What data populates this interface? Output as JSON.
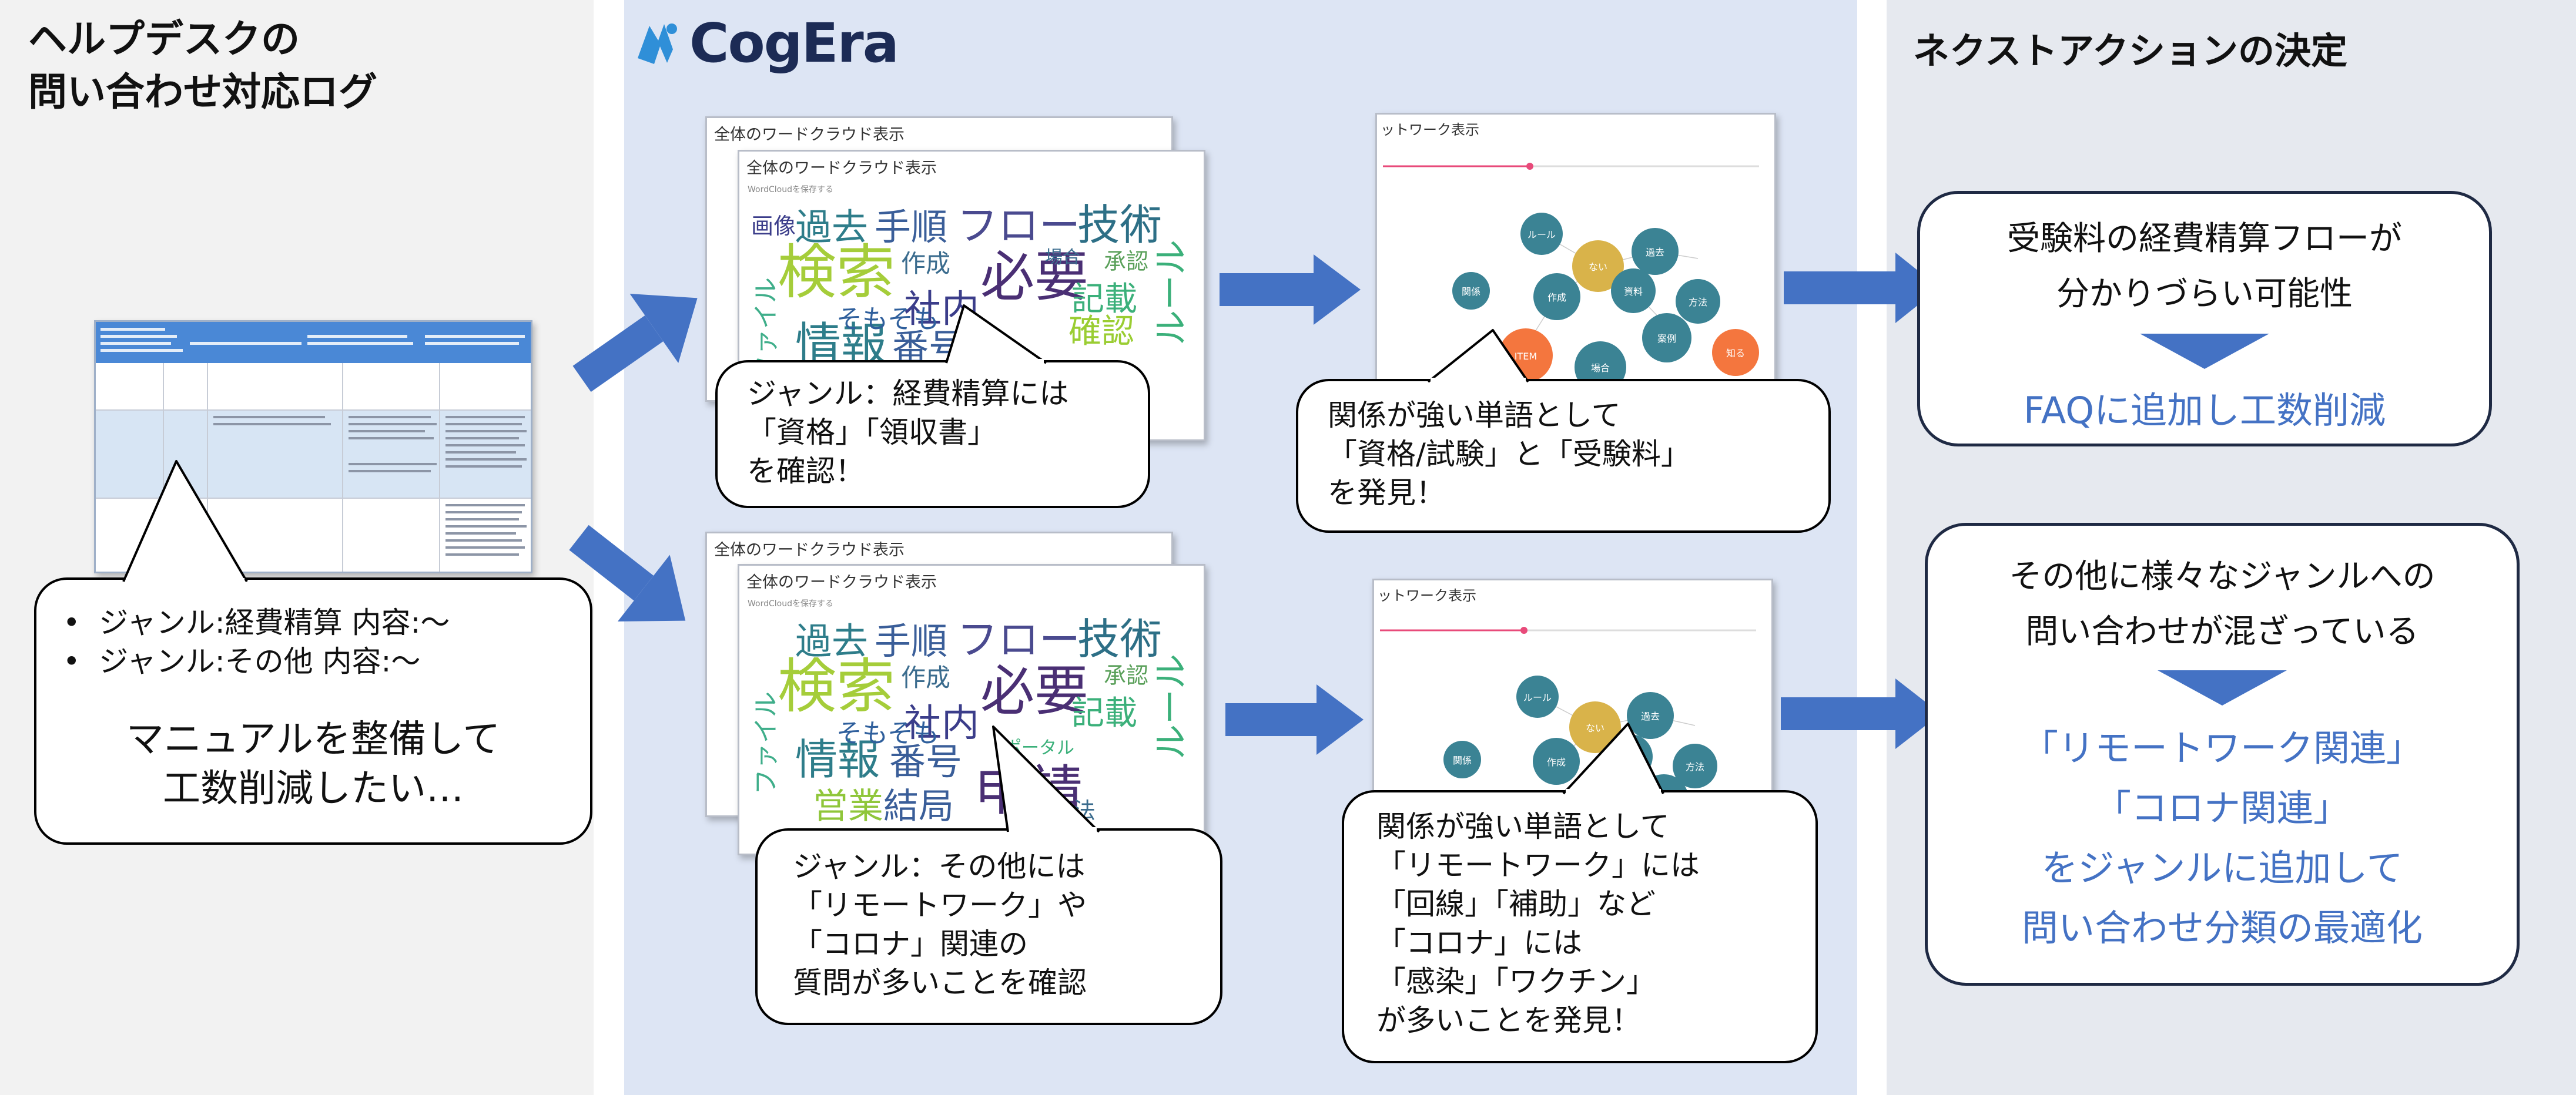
{
  "left": {
    "heading_line1": "ヘルプデスクの",
    "heading_line2": "問い合わせ対応ログ",
    "bubble_bullet1": "ジャンル:経費精算 内容:〜",
    "bubble_bullet2": "ジャンル:その他 内容:〜",
    "bubble_main1": "マニュアルを整備して",
    "bubble_main2": "工数削減したい…"
  },
  "middle": {
    "logo": "CogEra",
    "wordcloud_title": "全体のワードクラウド表示",
    "network_title": "ットワーク表示",
    "top": {
      "cloud_bubble": [
        "ジャンル：経費精算には",
        "「資格」「領収書」",
        "を確認！"
      ],
      "network_bubble": [
        "関係が強い単語として",
        "「資格/試験」と「受験料」",
        "を発見！"
      ]
    },
    "bottom": {
      "cloud_bubble": [
        "ジャンル：その他には",
        "「リモートワーク」や",
        "「コロナ」関連の",
        "質問が多いことを確認"
      ],
      "network_bubble": [
        "関係が強い単語として",
        "「リモートワーク」には",
        "「回線」「補助」など",
        "「コロナ」には",
        "「感染」「ワクチン」",
        "が多いことを発見！"
      ]
    },
    "cloud_words": [
      "画像",
      "過去",
      "手順",
      "フロー",
      "技術",
      "検索",
      "作成",
      "必要",
      "社内",
      "情報",
      "番号",
      "記載",
      "ファイル",
      "そもそも",
      "確認",
      "ルール",
      "申請",
      "営業",
      "結局",
      "ポータル",
      "承認",
      "方法",
      "場合"
    ],
    "network_nodes": [
      "ルール",
      "ない",
      "過去",
      "方法",
      "作成",
      "資料",
      "関係",
      "案例",
      "場合",
      "ITEM",
      "知る"
    ]
  },
  "right": {
    "heading": "ネクストアクションの決定",
    "box1": {
      "line1": "受験料の経費精算フローが",
      "line2": "分かりづらい可能性",
      "result": "FAQに追加し工数削減"
    },
    "box2": {
      "line1": "その他に様々なジャンルへの",
      "line2": "問い合わせが混ざっている",
      "result1": "「リモートワーク関連」",
      "result2": "「コロナ関連」",
      "result3": "をジャンルに追加して",
      "result4": "問い合わせ分類の最適化"
    }
  },
  "colors": {
    "arrow": "#4472c4",
    "accent_text": "#4472c4",
    "node_teal": "#3b8394",
    "node_orange": "#f4763e",
    "node_gold": "#d9b34a"
  }
}
